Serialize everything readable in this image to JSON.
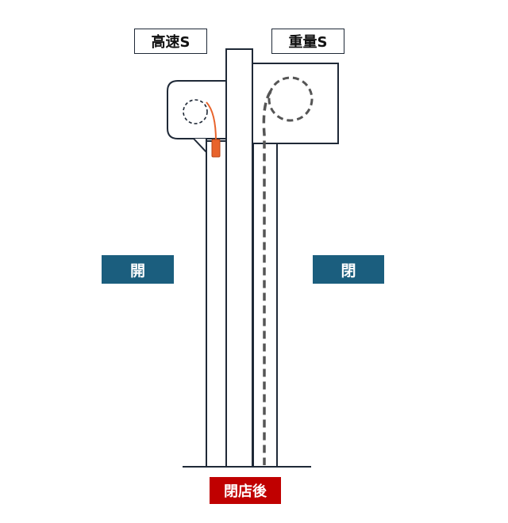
{
  "labels": {
    "left_shutter": "高速S",
    "right_shutter": "重量S"
  },
  "status": {
    "left": "開",
    "right": "閉",
    "bottom": "閉店後"
  },
  "colors": {
    "outline": "#1f2937",
    "status_blue": "#1b5e7e",
    "status_red": "#c00000",
    "sensor_orange": "#e8632b",
    "dashed_gray": "#555555"
  }
}
